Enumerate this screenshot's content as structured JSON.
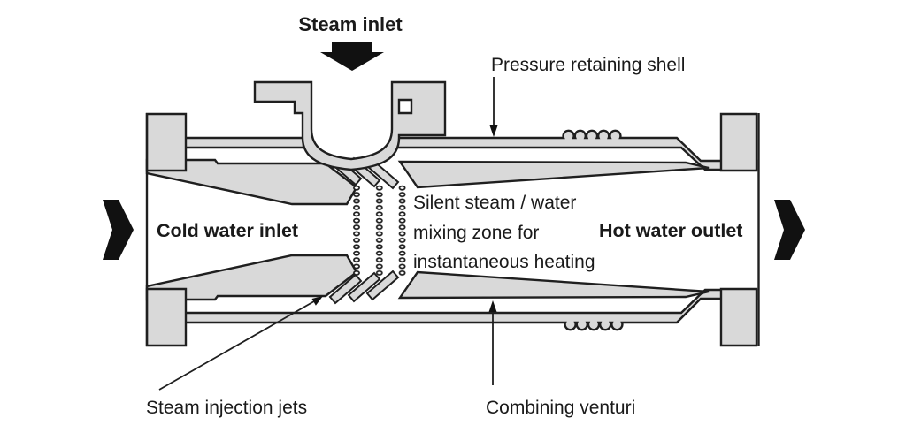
{
  "diagram": {
    "labels": {
      "steam_inlet": "Steam inlet",
      "pressure_retaining_shell": "Pressure retaining shell",
      "cold_water_inlet": "Cold water inlet",
      "hot_water_outlet": "Hot water outlet",
      "mixing_zone_line1": "Silent steam / water",
      "mixing_zone_line2": "mixing zone for",
      "mixing_zone_line3": "instantaneous heating",
      "steam_injection_jets": "Steam injection jets",
      "combining_venturi": "Combining venturi"
    }
  },
  "colors": {
    "metal_fill": "#d9d9d9",
    "outline": "#1f1f1f",
    "arrow_fill": "#111111",
    "text_color": "#1a1a1a",
    "background": "#ffffff"
  }
}
